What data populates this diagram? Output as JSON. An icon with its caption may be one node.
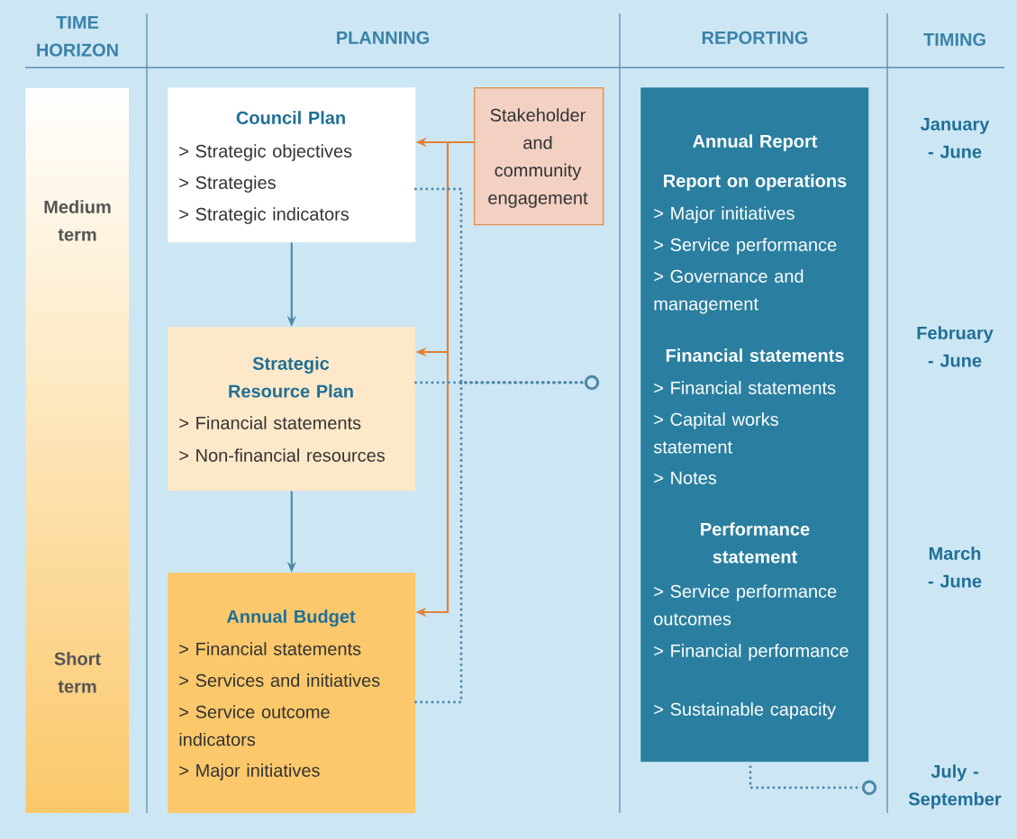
{
  "diagram": {
    "nodes": [
      {
        "text": [
          "Medium term",
          "Short term"
        ]
      },
      {
        "text": [
          "Council Plan",
          "> Strategic objectives",
          "> Strategies",
          "> Strategic indicators"
        ]
      },
      {
        "text": [
          "Strategic Resource Plan",
          "> Financial statements",
          "> Non-financial resources"
        ]
      },
      {
        "text": [
          "Annual Budget",
          "> Financial statements",
          "> Services and initiatives",
          "> Service outcome indicators",
          "> Major initiatives"
        ]
      },
      {
        "text": [
          "Stakeholder and community engagement"
        ]
      },
      {
        "text": [
          "Annual Report",
          "Report on operations",
          "> Major initiatives",
          "> Service performance",
          "> Governance and management",
          "Financial statements",
          "> Financial statements",
          "> Capital works statement",
          "> Notes",
          "Performance statement",
          "> Service performance outcomes",
          "> Financial performance",
          "> Sustainable capacity"
        ]
      },
      {
        "text": [],
        "shape": "circle"
      },
      {
        "text": [],
        "shape": "circle"
      }
    ],
    "edges": [
      {
        "from": 1,
        "to": 2,
        "arrow": "to"
      },
      {
        "from": 2,
        "to": 3,
        "arrow": "to"
      },
      {
        "from": 4,
        "to": 1,
        "arrow": "to",
        "color": "#e0823a"
      },
      {
        "from": 4,
        "to": 2,
        "arrow": "to",
        "color": "#e0823a"
      },
      {
        "from": 4,
        "to": 3,
        "arrow": "to",
        "color": "#e0823a"
      },
      {
        "from": 1,
        "to": 6,
        "arrow": "none",
        "style": "dashed"
      },
      {
        "from": 2,
        "to": 6,
        "arrow": "none",
        "style": "dashed"
      },
      {
        "from": 3,
        "to": 6,
        "arrow": "none",
        "style": "dashed"
      },
      {
        "from": 5,
        "to": 7,
        "arrow": "none",
        "style": "dashed"
      }
    ],
    "labels": [
      "TIME HORIZON",
      "PLANNING",
      "REPORTING",
      "TIMING",
      "January - June",
      "February - June",
      "March - June",
      "July - September"
    ]
  }
}
